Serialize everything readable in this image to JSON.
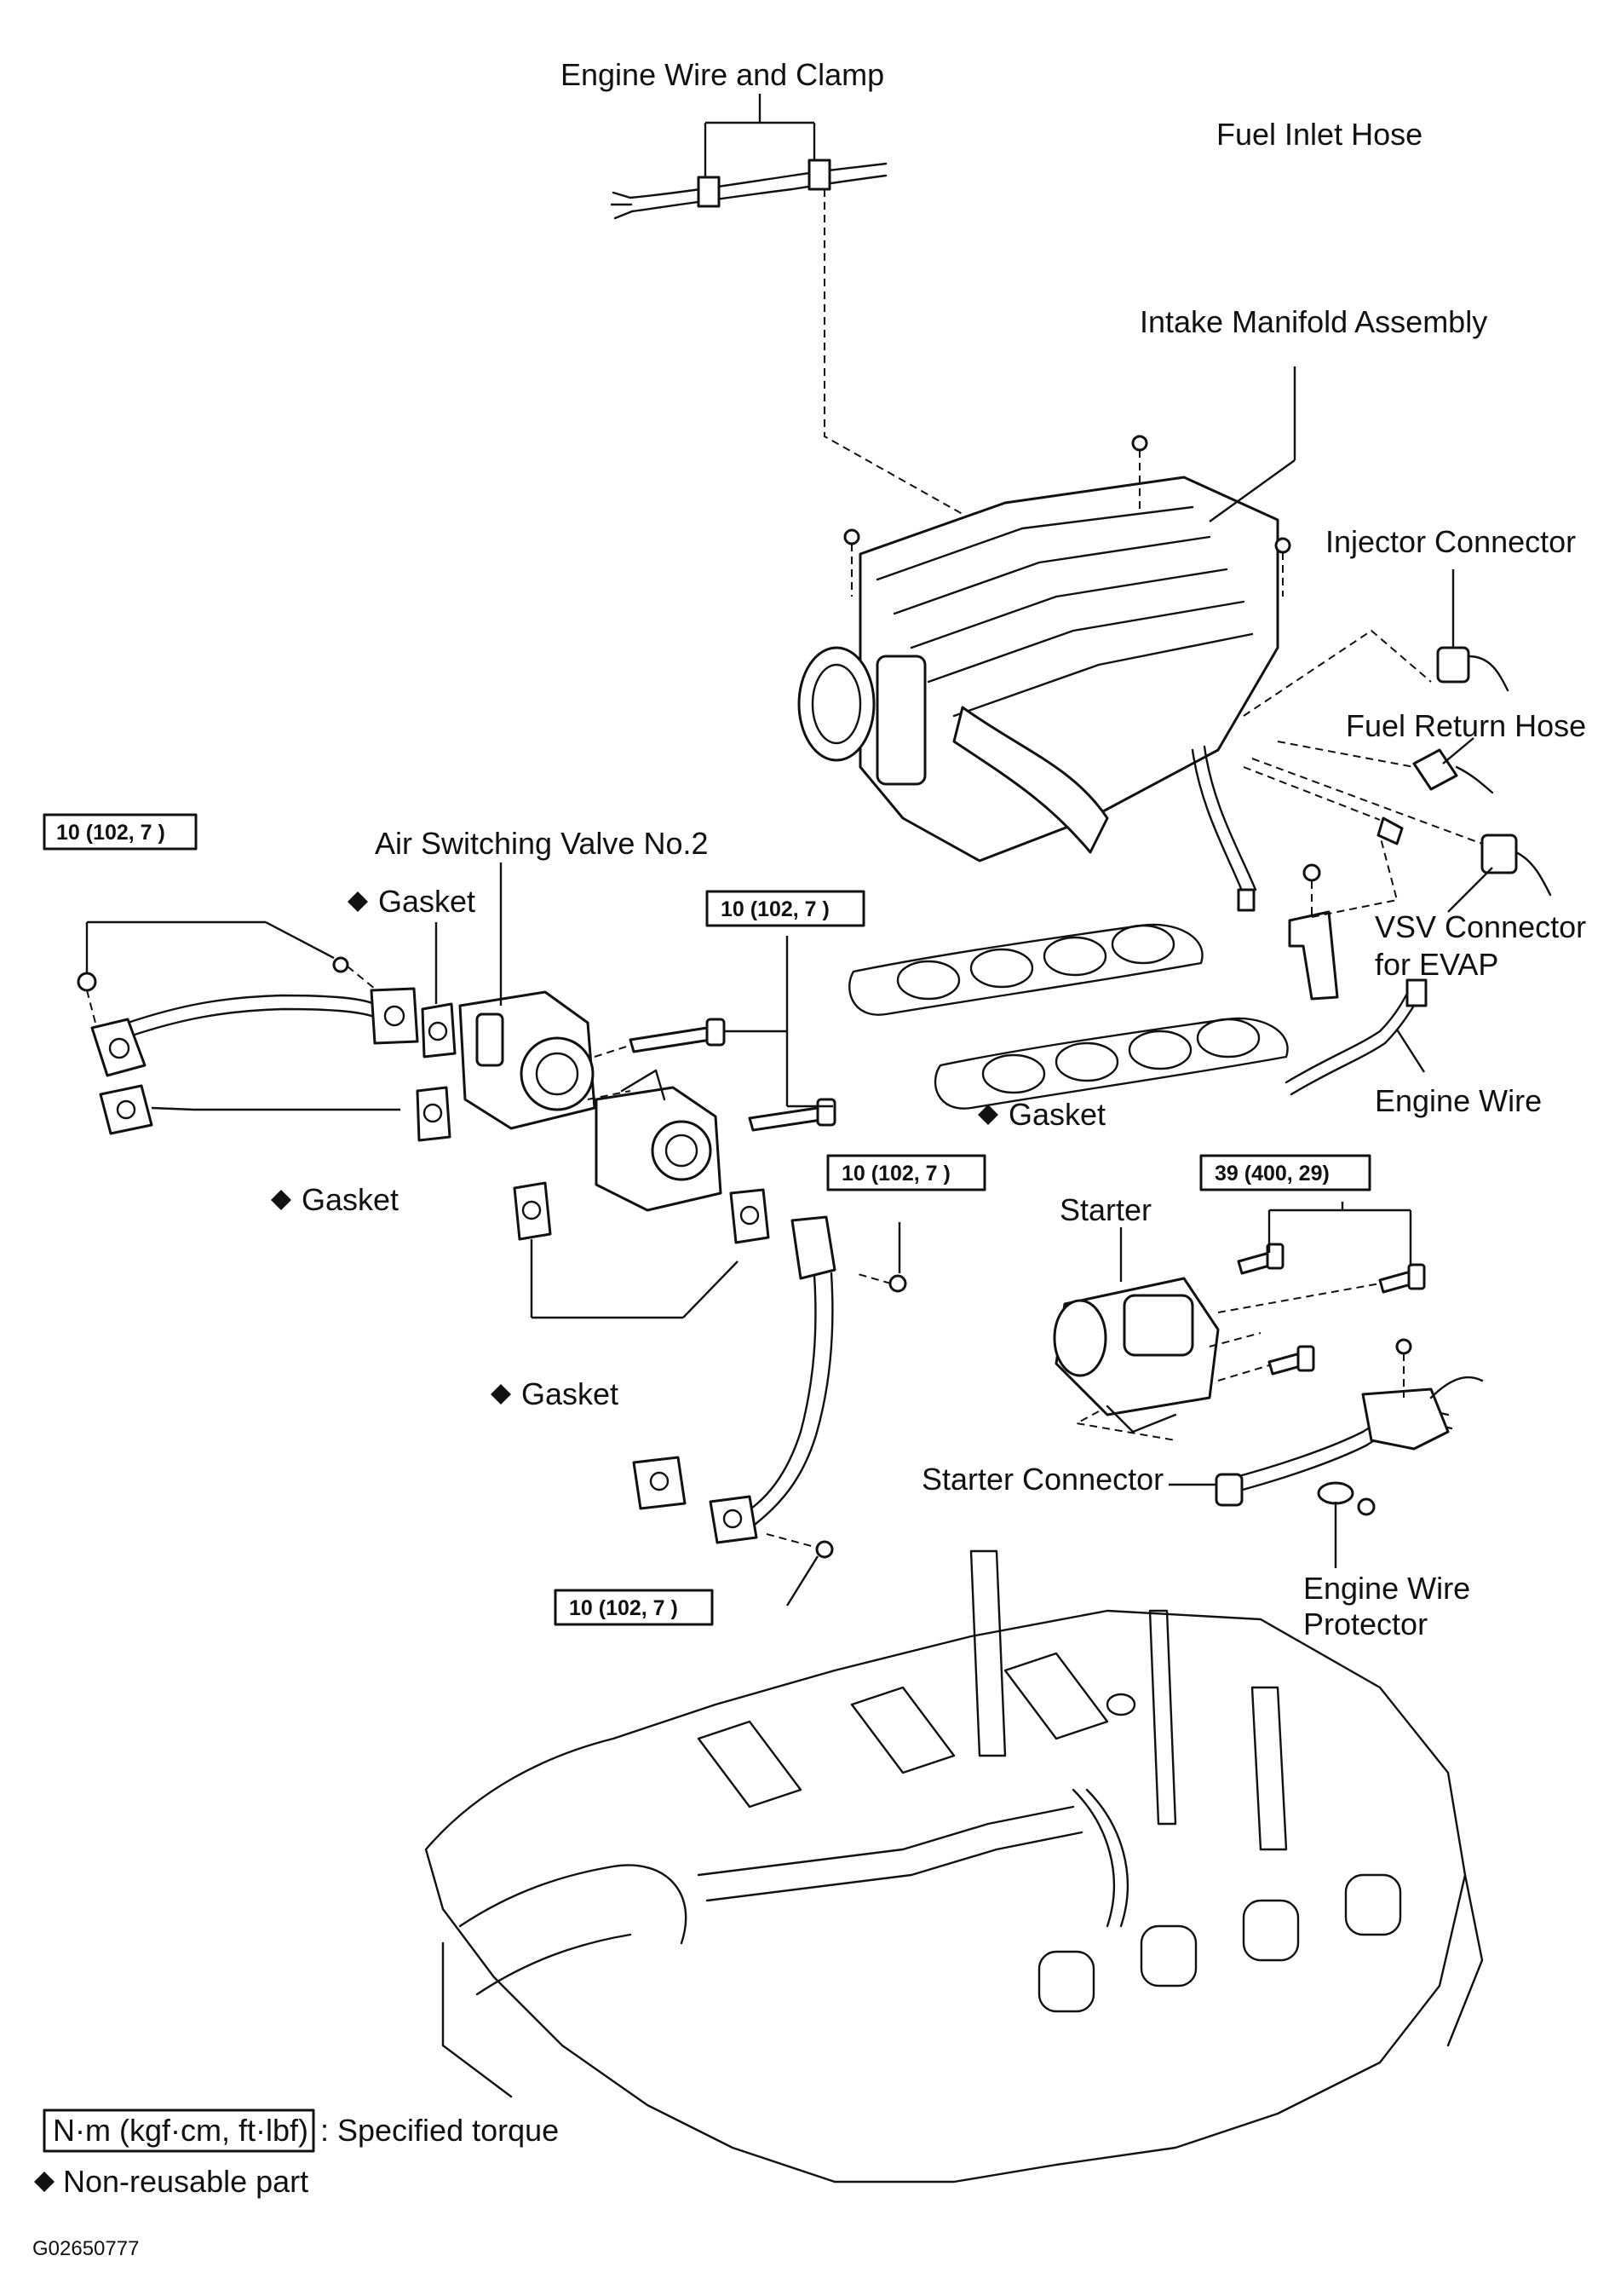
{
  "labels": {
    "engine_wire_clamp": "Engine Wire and Clamp",
    "fuel_inlet_hose": "Fuel Inlet Hose",
    "intake_manifold": "Intake Manifold Assembly",
    "injector_connector": "Injector Connector",
    "fuel_return_hose": "Fuel Return Hose",
    "air_switching_valve": "Air Switching Valve No.2",
    "vsv_connector_1": "VSV  Connector",
    "vsv_connector_2": "for EVAP",
    "engine_wire": "Engine Wire",
    "starter": "Starter",
    "starter_connector": "Starter Connector",
    "engine_wire_protector_1": "Engine Wire",
    "engine_wire_protector_2": "Protector",
    "gasket": "Gasket"
  },
  "torque": {
    "t1": "10 (102, 7 )",
    "t2": "10 (102, 7 )",
    "t3": "10 (102, 7 )",
    "t4": "39 (400, 29)",
    "t5": "10 (102, 7 )"
  },
  "legend": {
    "unit_box": "N·m (kgf·cm, ft·lbf)",
    "unit_desc": ": Specified torque",
    "nonreusable": "Non-reusable part"
  },
  "figure_id": "G02650777",
  "symbols": {
    "nonreusable_marker": "diamond-icon"
  }
}
